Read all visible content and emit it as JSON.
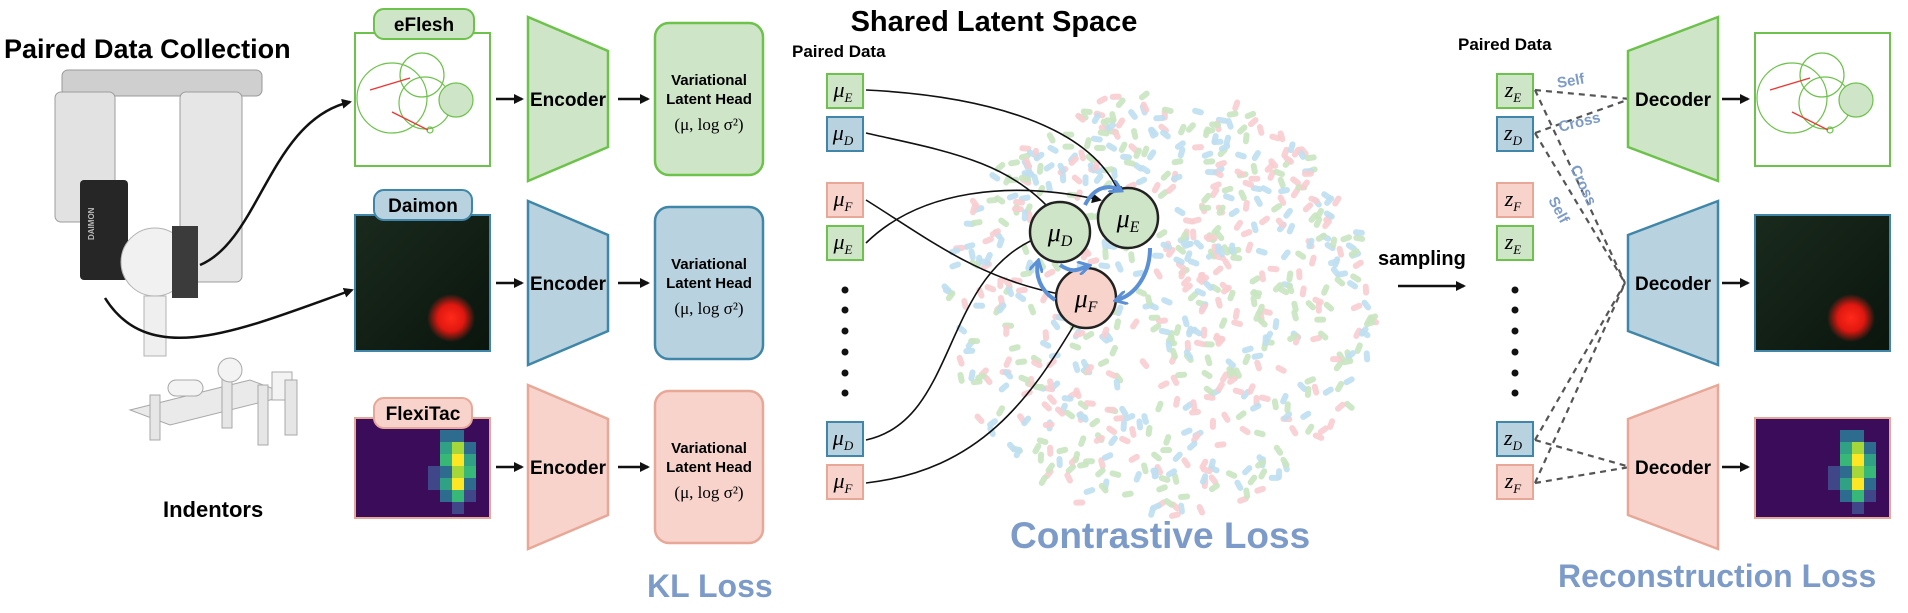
{
  "colors": {
    "green_fill": "#cfe5c8",
    "green_stroke": "#6cc24a",
    "blue_fill": "#b8d3df",
    "blue_stroke": "#3f86a8",
    "pink_fill": "#f7d3cb",
    "pink_stroke": "#e8a898",
    "loss_text": "#7d9bc8",
    "arrow": "#111111",
    "cycle_arrow": "#5b8fd6"
  },
  "left": {
    "title": "Paired Data Collection",
    "sensor_brand": "DAIMON",
    "indentors_label": "Indentors"
  },
  "modalities": [
    {
      "name": "eFlesh",
      "color": "green",
      "encoder": "Encoder",
      "head_line1": "Variational",
      "head_line2": "Latent Head",
      "head_formula": "(μ, log σ²)"
    },
    {
      "name": "Daimon",
      "color": "blue",
      "encoder": "Encoder",
      "head_line1": "Variational",
      "head_line2": "Latent Head",
      "head_formula": "(μ, log σ²)"
    },
    {
      "name": "FlexiTac",
      "color": "pink",
      "encoder": "Encoder",
      "head_line1": "Variational",
      "head_line2": "Latent Head",
      "head_formula": "(μ, log σ²)"
    }
  ],
  "kl_loss": "KL Loss",
  "latent": {
    "paired_label": "Paired Data",
    "title": "Shared Latent Space",
    "mu_boxes": [
      {
        "base": "μ",
        "sub": "E",
        "color": "green"
      },
      {
        "base": "μ",
        "sub": "D",
        "color": "blue"
      },
      {
        "base": "μ",
        "sub": "F",
        "color": "pink"
      },
      {
        "base": "μ",
        "sub": "E",
        "color": "green"
      },
      {
        "base": "μ",
        "sub": "D",
        "color": "blue"
      },
      {
        "base": "μ",
        "sub": "F",
        "color": "pink"
      }
    ],
    "circles": [
      {
        "base": "μ",
        "sub": "D",
        "color": "green"
      },
      {
        "base": "μ",
        "sub": "E",
        "color": "green"
      },
      {
        "base": "μ",
        "sub": "F",
        "color": "pink"
      }
    ],
    "contrastive_loss": "Contrastive Loss"
  },
  "sampling": "sampling",
  "right": {
    "paired_label": "Paired Data",
    "z_boxes": [
      {
        "base": "z",
        "sub": "E",
        "color": "green"
      },
      {
        "base": "z",
        "sub": "D",
        "color": "blue"
      },
      {
        "base": "z",
        "sub": "F",
        "color": "pink"
      },
      {
        "base": "z",
        "sub": "E",
        "color": "green"
      },
      {
        "base": "z",
        "sub": "D",
        "color": "blue"
      },
      {
        "base": "z",
        "sub": "F",
        "color": "pink"
      }
    ],
    "decoders": [
      "Decoder",
      "Decoder",
      "Decoder"
    ],
    "self_label_1": "Self",
    "cross_label_1": "Cross",
    "cross_label_2": "Cross",
    "self_label_2": "Self",
    "reconstruction_loss": "Reconstruction Loss"
  }
}
